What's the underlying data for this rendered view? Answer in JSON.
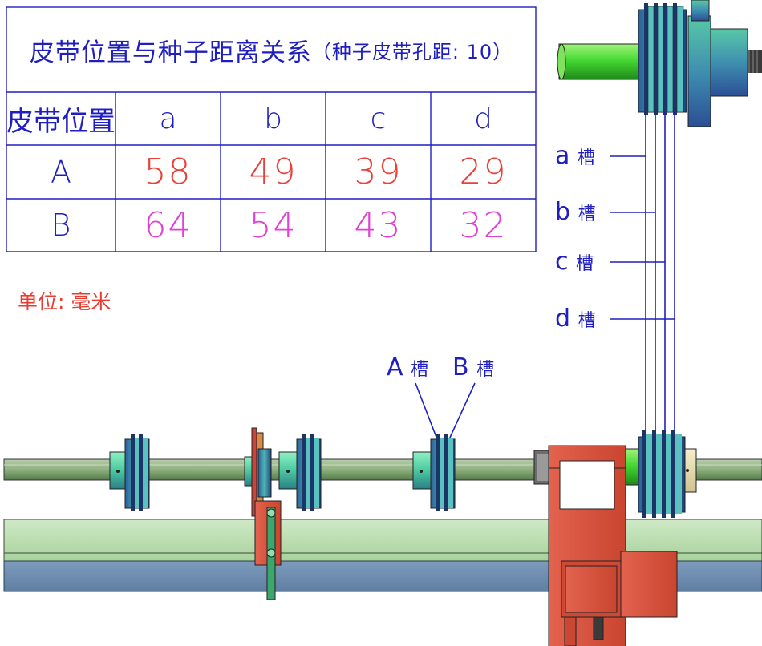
{
  "table": {
    "title": "皮带位置与种子距离关系",
    "title_note": "（种子皮带孔距: 10）",
    "corner_header": "皮带位置",
    "columns": [
      "a",
      "b",
      "c",
      "d"
    ],
    "rows": [
      {
        "label": "A",
        "values": [
          "58",
          "49",
          "39",
          "29"
        ]
      },
      {
        "label": "B",
        "values": [
          "64",
          "54",
          "43",
          "32"
        ]
      }
    ]
  },
  "unit_label": "单位: 毫米",
  "groove_labels": {
    "a": {
      "letter": "a",
      "suffix": "槽"
    },
    "b": {
      "letter": "b",
      "suffix": "槽"
    },
    "c": {
      "letter": "c",
      "suffix": "槽"
    },
    "d": {
      "letter": "d",
      "suffix": "槽"
    },
    "A": {
      "letter": "A",
      "suffix": "槽"
    },
    "B": {
      "letter": "B",
      "suffix": "槽"
    }
  },
  "colors": {
    "line": "#1f1fbf",
    "row_a_values": "#e8413a",
    "row_b_values": "#e040d4",
    "unit_text": "#e83c30"
  }
}
